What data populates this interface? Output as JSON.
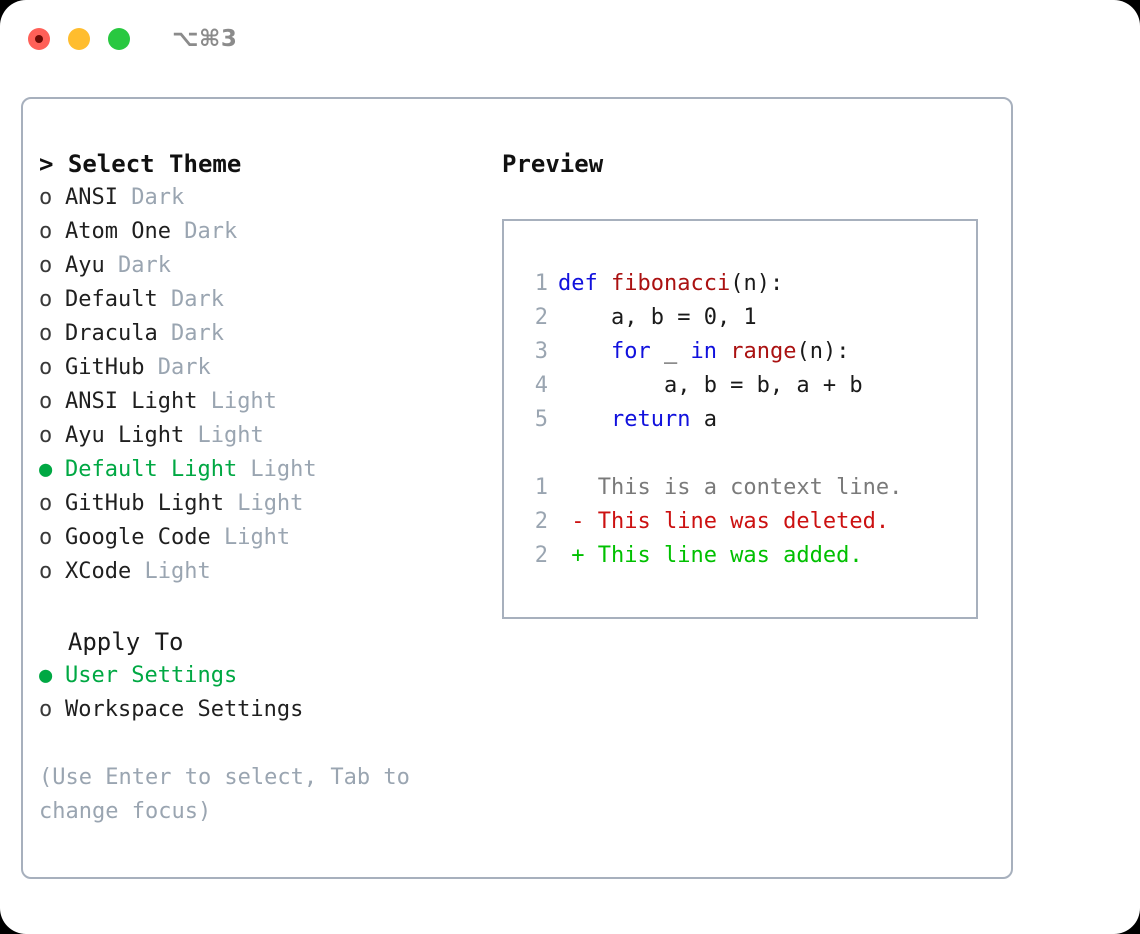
{
  "window": {
    "shortcut": "⌥⌘3",
    "traffic_lights": [
      {
        "name": "close",
        "color": "#ff6058"
      },
      {
        "name": "minimize",
        "color": "#ffbd2e"
      },
      {
        "name": "maximize",
        "color": "#28c840"
      }
    ]
  },
  "colors": {
    "accent_green": "#00a843",
    "muted": "#9aa5b1",
    "border": "#a7b0bd",
    "keyword_blue": "#1111dd",
    "function_red": "#aa1111",
    "diff_add_green": "#00c000",
    "diff_del_red": "#cc1111"
  },
  "theme_section": {
    "title": "> Select Theme",
    "focused": true,
    "options": [
      {
        "marker": "o",
        "label": "ANSI",
        "suffix": "Dark",
        "selected": false
      },
      {
        "marker": "o",
        "label": "Atom One",
        "suffix": "Dark",
        "selected": false
      },
      {
        "marker": "o",
        "label": "Ayu",
        "suffix": "Dark",
        "selected": false
      },
      {
        "marker": "o",
        "label": "Default",
        "suffix": "Dark",
        "selected": false
      },
      {
        "marker": "o",
        "label": "Dracula",
        "suffix": "Dark",
        "selected": false
      },
      {
        "marker": "o",
        "label": "GitHub",
        "suffix": "Dark",
        "selected": false
      },
      {
        "marker": "o",
        "label": "ANSI Light",
        "suffix": "Light",
        "selected": false
      },
      {
        "marker": "o",
        "label": "Ayu Light",
        "suffix": "Light",
        "selected": false
      },
      {
        "marker": "●",
        "label": "Default Light",
        "suffix": "Light",
        "selected": true
      },
      {
        "marker": "o",
        "label": "GitHub Light",
        "suffix": "Light",
        "selected": false
      },
      {
        "marker": "o",
        "label": "Google Code",
        "suffix": "Light",
        "selected": false
      },
      {
        "marker": "o",
        "label": "XCode",
        "suffix": "Light",
        "selected": false
      }
    ]
  },
  "apply_section": {
    "title": "  Apply To",
    "options": [
      {
        "marker": "●",
        "label": "User Settings",
        "suffix": "",
        "selected": true
      },
      {
        "marker": "o",
        "label": "Workspace Settings",
        "suffix": "",
        "selected": false
      }
    ]
  },
  "hint": "(Use Enter to select, Tab to change focus)",
  "preview": {
    "title": "Preview",
    "code_lines": [
      {
        "no": "1",
        "tokens": [
          {
            "t": "def ",
            "c": "kw"
          },
          {
            "t": "fibonacci",
            "c": "fn"
          },
          {
            "t": "(n):",
            "c": "plain"
          }
        ]
      },
      {
        "no": "2",
        "tokens": [
          {
            "t": "    a, b = 0, 1",
            "c": "plain"
          }
        ]
      },
      {
        "no": "3",
        "tokens": [
          {
            "t": "    ",
            "c": "plain"
          },
          {
            "t": "for",
            "c": "kw"
          },
          {
            "t": " _ ",
            "c": "plain"
          },
          {
            "t": "in",
            "c": "kw"
          },
          {
            "t": " ",
            "c": "plain"
          },
          {
            "t": "range",
            "c": "fn"
          },
          {
            "t": "(n):",
            "c": "plain"
          }
        ]
      },
      {
        "no": "4",
        "tokens": [
          {
            "t": "        a, b = b, a + b",
            "c": "plain"
          }
        ]
      },
      {
        "no": "5",
        "tokens": [
          {
            "t": "    ",
            "c": "plain"
          },
          {
            "t": "return",
            "c": "kw"
          },
          {
            "t": " a",
            "c": "plain"
          }
        ]
      }
    ],
    "diff_lines": [
      {
        "no": "1",
        "text": "   This is a context line.",
        "kind": "ctx"
      },
      {
        "no": "2",
        "text": " - This line was deleted.",
        "kind": "del"
      },
      {
        "no": "2",
        "text": " + This line was added.",
        "kind": "add"
      }
    ]
  }
}
